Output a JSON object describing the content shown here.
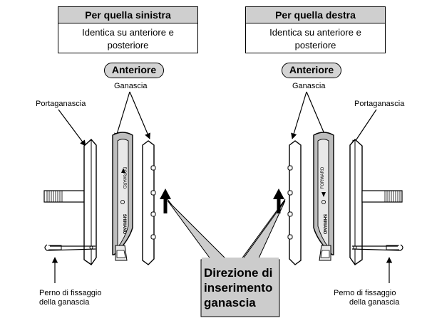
{
  "left": {
    "header_title": "Per quella sinistra",
    "header_body": "Identica su anteriore e posteriore",
    "pill": "Anteriore",
    "pad_label": "Ganascia",
    "holder_label": "Portaganascia",
    "pin_label_line1": "Perno di fissaggio",
    "pin_label_line2": "della ganascia"
  },
  "right": {
    "header_title": "Per quella destra",
    "header_body": "Identica su anteriore e posteriore",
    "pill": "Anteriore",
    "pad_label": "Ganascia",
    "holder_label": "Portaganascia",
    "pin_label_line1": "Perno di fissaggio",
    "pin_label_line2": "della ganascia"
  },
  "callout": {
    "line1": "Direzione di",
    "line2": "inserimento",
    "line3": "ganascia"
  },
  "pad_marks": {
    "forward": "FORWARD",
    "brand": "SHIMANO"
  },
  "colors": {
    "header_fill": "#cfcfcf",
    "pill_fill": "#d4d4d4",
    "callout_fill": "#cccccc",
    "pad_fill": "#bdbdbd"
  }
}
